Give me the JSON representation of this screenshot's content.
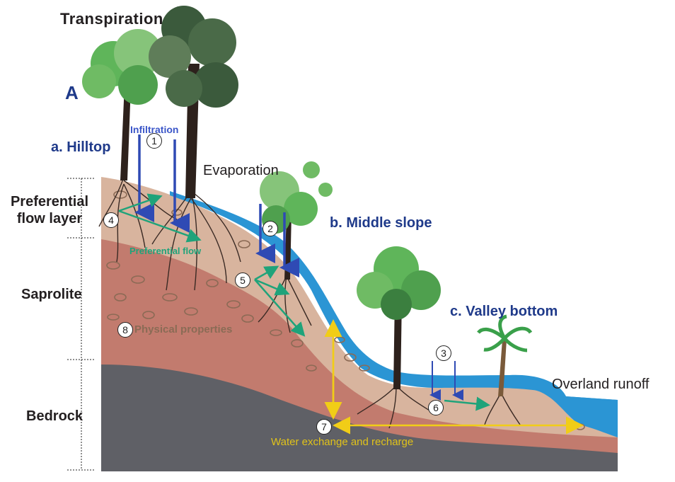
{
  "panel_letter": "A",
  "labels": {
    "transpiration": "Transpiration",
    "hilltop": "a. Hilltop",
    "infiltration": "Infiltration",
    "evaporation": "Evaporation",
    "middle_slope": "b. Middle slope",
    "valley_bottom": "c. Valley bottom",
    "overland_runoff": "Overland runoff",
    "preferential_flow": "Preferential flow",
    "physical_properties": "Physical properties",
    "water_exchange": "Water exchange and recharge"
  },
  "layers": {
    "preferential_flow_layer": "Preferential flow layer",
    "saprolite": "Saprolite",
    "bedrock": "Bedrock"
  },
  "markers": [
    "1",
    "2",
    "3",
    "4",
    "5",
    "6",
    "7",
    "8"
  ],
  "colors": {
    "bedrock": "#5f6066",
    "saprolite": "#c27b6e",
    "preferential_layer": "#d8b49e",
    "water": "#2b95d4",
    "infiltration_arrow": "#2f4ab4",
    "preferential_arrow": "#1fa37a",
    "exchange_arrow": "#f1cd17",
    "tree_root": "#3a2a24",
    "foliage_light": "#5fb55a",
    "foliage_dark": "#3b5a3c"
  }
}
